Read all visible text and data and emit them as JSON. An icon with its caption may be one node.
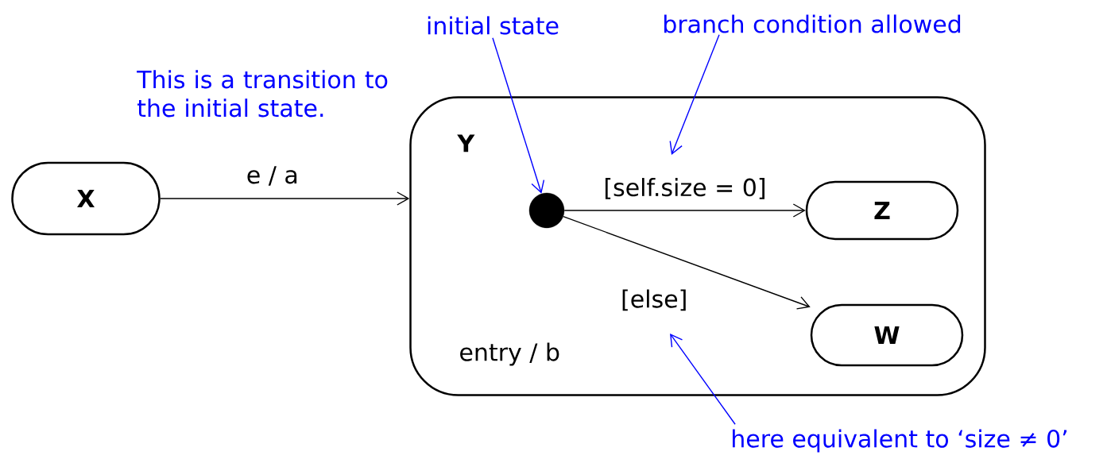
{
  "diagram": {
    "nodes": [
      {
        "text": [
          "X"
        ]
      },
      {
        "text": [
          "Y",
          "entry / b"
        ]
      },
      {
        "text": [],
        "shape": "circle",
        "in": 1
      },
      {
        "text": [
          "Z"
        ],
        "in": 1
      },
      {
        "text": [
          "W"
        ],
        "in": 1
      },
      {
        "text": [
          "initial state"
        ]
      },
      {
        "text": [
          "branch condition allowed"
        ]
      },
      {
        "text": [
          "here equivalent to ‘size ≠ 0’"
        ]
      }
    ],
    "edges": [
      {
        "from": 0,
        "to": 1,
        "arrow": "to",
        "label": "e / a"
      },
      {
        "from": 2,
        "to": 3,
        "arrow": "to",
        "label": "[self.size = 0]"
      },
      {
        "from": 2,
        "to": 4,
        "arrow": "to",
        "label": "[else]"
      },
      {
        "from": 5,
        "to": 2,
        "arrow": "to",
        "color": "#0000ff"
      },
      {
        "from": 6,
        "to": null,
        "arrow": "to",
        "color": "#0000ff"
      },
      {
        "from": 7,
        "to": null,
        "arrow": "to",
        "color": "#0000ff"
      }
    ],
    "labels": [
      "This is a transition to the initial state."
    ]
  }
}
